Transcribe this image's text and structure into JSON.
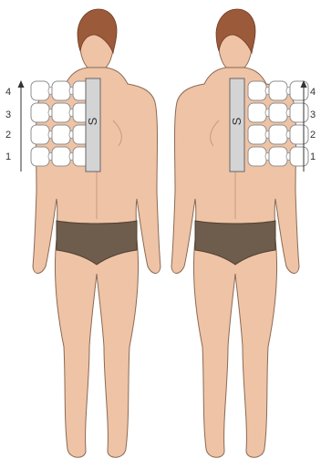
{
  "figures": [
    {
      "id": "left-figure",
      "side": "left",
      "scale_labels": [
        "4",
        "3",
        "2",
        "1"
      ],
      "sensor_label": "S",
      "grid_rows": 4,
      "grid_cols": 3
    },
    {
      "id": "right-figure",
      "side": "right",
      "scale_labels": [
        "4",
        "3",
        "2",
        "1"
      ],
      "sensor_label": "S",
      "grid_rows": 4,
      "grid_cols": 3
    }
  ],
  "colors": {
    "skin": "#efc3a5",
    "skin_outline": "#8a6a55",
    "hair": "#9b5a3a",
    "underwear": "#6e5c4c",
    "sensor_strip": "#d4d4d4",
    "pad_fill": "#ffffff",
    "pad_outline": "#8f8f8f",
    "arrow": "#333333"
  }
}
